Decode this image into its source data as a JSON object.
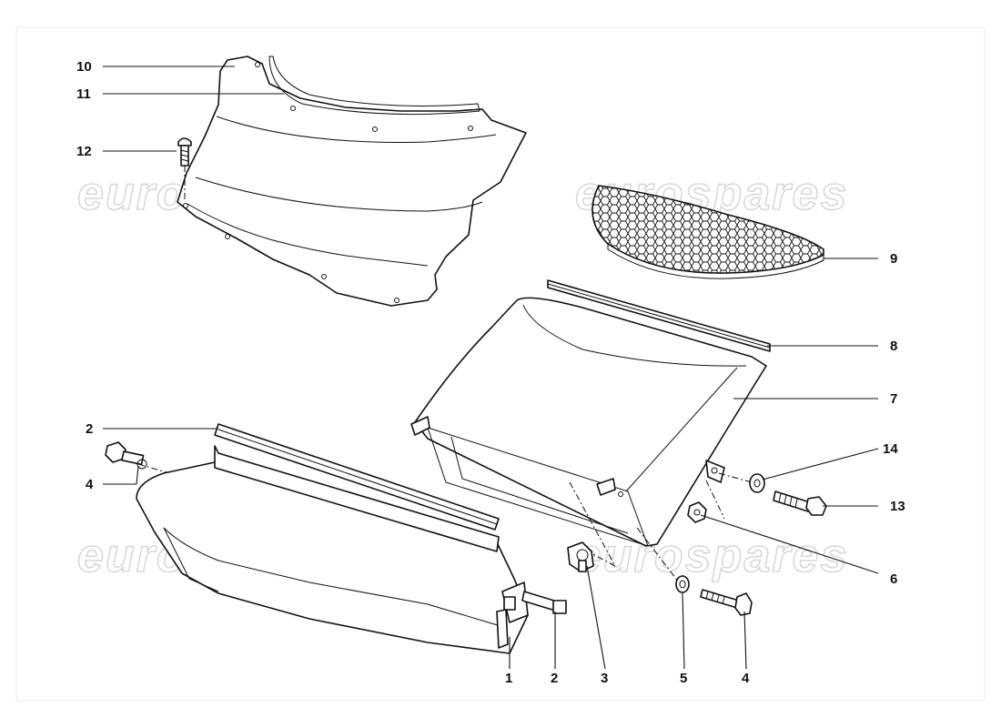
{
  "diagram": {
    "watermark": "eurospares",
    "callouts": [
      {
        "id": "c10",
        "label": "10"
      },
      {
        "id": "c11",
        "label": "11"
      },
      {
        "id": "c12",
        "label": "12"
      },
      {
        "id": "c9",
        "label": "9"
      },
      {
        "id": "c8",
        "label": "8"
      },
      {
        "id": "c7",
        "label": "7"
      },
      {
        "id": "c2a",
        "label": "2"
      },
      {
        "id": "c4a",
        "label": "4"
      },
      {
        "id": "c14",
        "label": "14"
      },
      {
        "id": "c13",
        "label": "13"
      },
      {
        "id": "c6",
        "label": "6"
      },
      {
        "id": "c1",
        "label": "1"
      },
      {
        "id": "c2b",
        "label": "2"
      },
      {
        "id": "c3",
        "label": "3"
      },
      {
        "id": "c5",
        "label": "5"
      },
      {
        "id": "c4b",
        "label": "4"
      }
    ]
  }
}
